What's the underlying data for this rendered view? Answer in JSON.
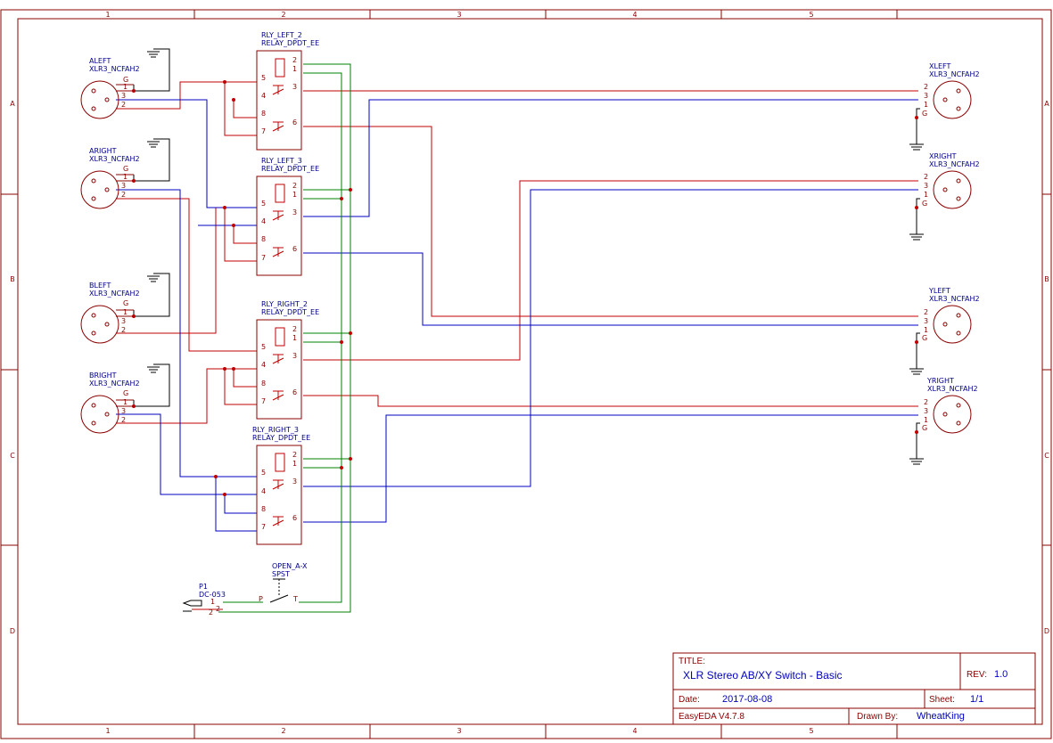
{
  "colors": {
    "frame": "#8b0000",
    "wire_red": "#c00000",
    "wire_blue": "#0000c0",
    "wire_green": "#008000",
    "label_blue": "#00008b",
    "junction": "#c00000"
  },
  "frame": {
    "columns": [
      "1",
      "2",
      "3",
      "4",
      "5"
    ],
    "rows": [
      "A",
      "B",
      "C",
      "D"
    ]
  },
  "connectors": [
    {
      "ref": "ALEFT",
      "value": "XLR3_NCFAH2",
      "pins": [
        "G",
        "1",
        "3",
        "2"
      ]
    },
    {
      "ref": "ARIGHT",
      "value": "XLR3_NCFAH2",
      "pins": [
        "G",
        "1",
        "3",
        "2"
      ]
    },
    {
      "ref": "BLEFT",
      "value": "XLR3_NCFAH2",
      "pins": [
        "G",
        "1",
        "3",
        "2"
      ]
    },
    {
      "ref": "BRIGHT",
      "value": "XLR3_NCFAH2",
      "pins": [
        "G",
        "1",
        "3",
        "2"
      ]
    },
    {
      "ref": "XLEFT",
      "value": "XLR3_NCFAH2",
      "pins": [
        "2",
        "3",
        "1",
        "G"
      ]
    },
    {
      "ref": "XRIGHT",
      "value": "XLR3_NCFAH2",
      "pins": [
        "2",
        "3",
        "1",
        "G"
      ]
    },
    {
      "ref": "YLEFT",
      "value": "XLR3_NCFAH2",
      "pins": [
        "2",
        "3",
        "1",
        "G"
      ]
    },
    {
      "ref": "YRIGHT",
      "value": "XLR3_NCFAH2",
      "pins": [
        "2",
        "3",
        "1",
        "G"
      ]
    }
  ],
  "relays": [
    {
      "ref": "RLY_LEFT_2",
      "value": "RELAY_DPDT_EE",
      "pins": [
        "2",
        "1",
        "5",
        "3",
        "4",
        "8",
        "6",
        "7"
      ]
    },
    {
      "ref": "RLY_LEFT_3",
      "value": "RELAY_DPDT_EE",
      "pins": [
        "2",
        "1",
        "5",
        "3",
        "4",
        "8",
        "6",
        "7"
      ]
    },
    {
      "ref": "RLY_RIGHT_2",
      "value": "RELAY_DPDT_EE",
      "pins": [
        "2",
        "1",
        "5",
        "3",
        "4",
        "8",
        "6",
        "7"
      ]
    },
    {
      "ref": "RLY_RIGHT_3",
      "value": "RELAY_DPDT_EE",
      "pins": [
        "2",
        "1",
        "5",
        "3",
        "4",
        "8",
        "6",
        "7"
      ]
    }
  ],
  "power_jack": {
    "ref": "P1",
    "value": "DC-053",
    "pins": [
      "1",
      "2",
      "2"
    ]
  },
  "switch": {
    "ref": "OPEN_A-X",
    "value": "SPST",
    "pin_p": "P",
    "pin_t": "T"
  },
  "title_block": {
    "title_label": "TITLE:",
    "title": "XLR Stereo AB/XY Switch - Basic",
    "rev_label": "REV:",
    "rev": "1.0",
    "date_label": "Date:",
    "date": "2017-08-08",
    "sheet_label": "Sheet:",
    "sheet": "1/1",
    "tool": "EasyEDA V4.7.8",
    "drawn_label": "Drawn By:",
    "drawn_by": "WheatKing"
  }
}
